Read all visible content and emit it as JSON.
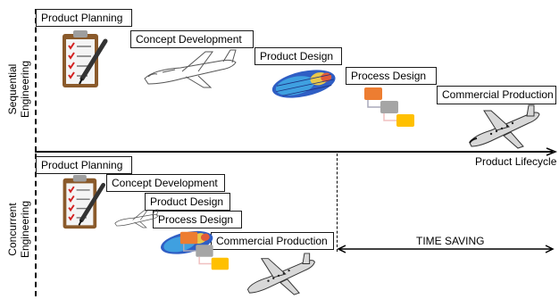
{
  "sequential": {
    "side_label": "Sequential\nEngineering",
    "stages": [
      "Product Planning",
      "Concept Development",
      "Product Design",
      "Process Design",
      "Commercial Production"
    ]
  },
  "concurrent": {
    "side_label": "Concurrent\nEngineering",
    "stages": [
      "Product Planning",
      "Concept Development",
      "Product Design",
      "Process Design",
      "Commercial Production"
    ],
    "time_saving_label": "TIME SAVING"
  },
  "axis_label": "Product Lifecycle",
  "colors": {
    "process_top": "#ed7d31",
    "process_mid": "#a5a5a5",
    "process_bottom": "#ffc000",
    "rocket_body": "#2f5ec4"
  },
  "icons": [
    "clipboard-icon",
    "airplane-sketch-icon",
    "rocket-body-icon",
    "process-blocks-icon",
    "airplane-icon"
  ]
}
